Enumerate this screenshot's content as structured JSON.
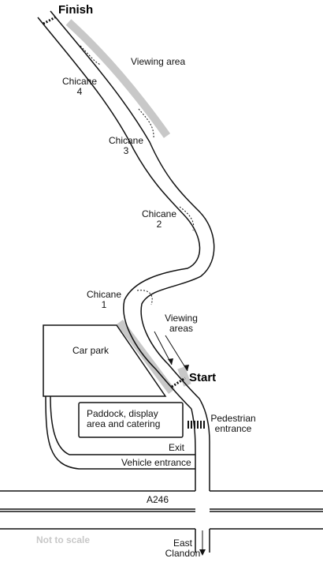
{
  "map": {
    "finish_label": "Finish",
    "start_label": "Start",
    "viewing_area_label": "Viewing area",
    "viewing_areas_label_line1": "Viewing",
    "viewing_areas_label_line2": "areas",
    "chicane_word": "Chicane",
    "chicane_4_number": "4",
    "chicane_3_number": "3",
    "chicane_2_number": "2",
    "chicane_1_number": "1",
    "car_park_label": "Car park",
    "paddock_line1": "Paddock, display",
    "paddock_line2": "area and catering",
    "exit_label": "Exit",
    "vehicle_entrance_label": "Vehicle entrance",
    "pedestrian_line1": "Pedestrian",
    "pedestrian_line2": "entrance",
    "road_label": "A246",
    "east_clandon_line1": "East",
    "east_clandon_line2": "Clandon",
    "scale_note": "Not to scale",
    "colors": {
      "road_outline": "#111111",
      "viewing_area": "#c8c8c8",
      "background": "#ffffff"
    }
  }
}
